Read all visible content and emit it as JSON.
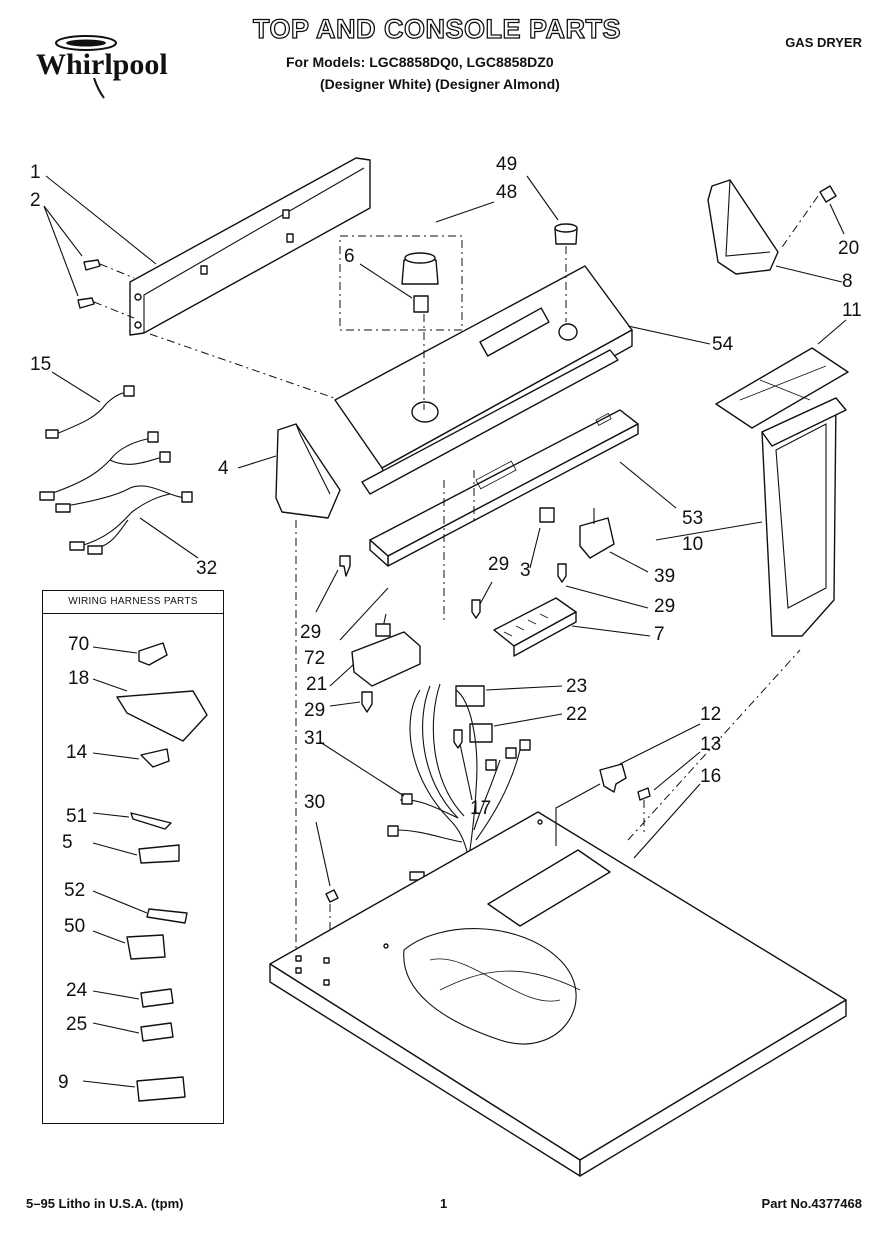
{
  "header": {
    "brand": "Whirlpool",
    "title": "TOP AND CONSOLE PARTS",
    "models_line": "For Models: LGC8858DQ0, LGC8858DZ0",
    "variants_line": "(Designer White) (Designer Almond)",
    "product": "GAS DRYER"
  },
  "legend": {
    "title": "WIRING HARNESS PARTS"
  },
  "callouts": [
    "1",
    "2",
    "49",
    "48",
    "6",
    "20",
    "8",
    "11",
    "54",
    "15",
    "4",
    "53",
    "32",
    "29",
    "3",
    "10",
    "39",
    "29",
    "7",
    "72",
    "21",
    "23",
    "29",
    "22",
    "31",
    "12",
    "13",
    "16",
    "17",
    "30",
    "70",
    "18",
    "14",
    "51",
    "5",
    "52",
    "50",
    "24",
    "25",
    "9",
    "29"
  ],
  "footer": {
    "litho": "5–95 Litho in U.S.A. (tpm)",
    "page": "1",
    "part_no": "Part No.4377468"
  },
  "colors": {
    "ink": "#111111",
    "paper": "#ffffff"
  }
}
